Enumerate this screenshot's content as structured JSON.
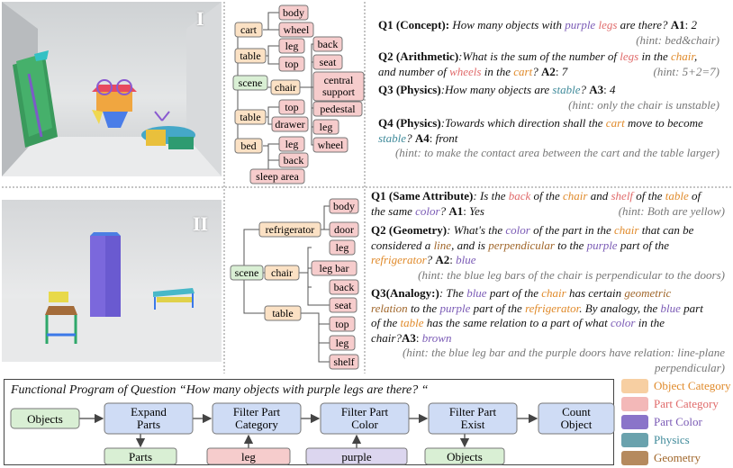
{
  "section1": {
    "label": "I",
    "tree": {
      "root": "scene",
      "objects": [
        "cart",
        "table",
        "table",
        "bed"
      ],
      "cart_parts": [
        "body",
        "wheel"
      ],
      "table_parts": [
        "leg",
        "top"
      ],
      "chair": "chair",
      "chair_parts": [
        "back",
        "seat",
        "central support",
        "pedestal",
        "leg",
        "wheel"
      ],
      "table2_parts": [
        "top",
        "drawer"
      ],
      "bed_parts": [
        "leg",
        "back",
        "sleep area"
      ]
    },
    "qa": [
      {
        "q_label": "Q1 (Concept):",
        "q_pre": "How many objects with ",
        "w1": "purple",
        "w2": "legs",
        "q_post": " are there?",
        "a_label": "A1",
        "answer": "2",
        "hint": "(hint: bed&chair)"
      },
      {
        "q_label": "Q2 (Arithmetic)",
        "q_pre": ":What is the sum of the number of ",
        "w1": "legs",
        "q_mid": " in the ",
        "w2": "chair",
        "q_mid2": ",",
        "line2_pre": "and number of ",
        "w3": "wheels",
        "line2_mid": " in the ",
        "w4": "cart",
        "a_label": "A2",
        "answer": "7",
        "hint": "(hint:  5+2=7)"
      },
      {
        "q_label": "Q3 (Physics)",
        "q_pre": ":How many objects are ",
        "w1": "stable",
        "a_label": "A3",
        "answer": "4",
        "hint": "(hint: only the chair is unstable)"
      },
      {
        "q_label": "Q4 (Physics)",
        "q_pre": ":Towards which direction shall the ",
        "w1": "cart",
        "q_post": " move to become",
        "line2_w": "stable",
        "a_label": "A4",
        "answer": "front",
        "hint": "(hint: to make the contact area between the cart and the table larger)"
      }
    ]
  },
  "section2": {
    "label": "II",
    "tree": {
      "root": "scene",
      "objects": [
        "refrigerator",
        "chair",
        "table"
      ],
      "fridge_parts": [
        "body",
        "door"
      ],
      "chair_parts": [
        "leg",
        "leg bar",
        "back",
        "seat"
      ],
      "table_parts": [
        "top",
        "leg",
        "shelf"
      ]
    },
    "qa": [
      {
        "q_label": "Q1 (Same Attribute)",
        "q_pre": ": Is the ",
        "w1": "back",
        "q_m1": " of the ",
        "w2": "chair",
        "q_m2": " and ",
        "w3": "shelf",
        "q_m3": " of the ",
        "w4": "table",
        "q_m4": " of",
        "line2_pre": "the same ",
        "w5": "color",
        "a_label": "A1",
        "answer": "Yes",
        "hint": "(hint: Both are yellow)"
      },
      {
        "q_label": "Q2 (Geometry)",
        "q_pre": ": What's the ",
        "w1": "color",
        "q_m1": " of the part in the ",
        "w2": "chair",
        "q_m2": " that can be",
        "line2_pre": "considered a ",
        "w3": "line",
        "line2_m1": ", and is ",
        "w4": "perpendicular",
        "line2_m2": " to the ",
        "w5": "purple",
        "line2_m3": " part of the",
        "w6": "refrigerator",
        "a_label": "A2",
        "answer": "blue",
        "hint": "(hint: the blue leg bars of the chair is perpendicular to the doors)"
      },
      {
        "q_label": "Q3(Analogy:)",
        "q_pre": ": The ",
        "w1": "blue",
        "q_m1": " part of the ",
        "w2": "chair",
        "q_m2": " has certain ",
        "w3": "geometric",
        "w3b": "relation",
        "line2_m1": " to the ",
        "w4": "purple",
        "line2_m2": " part of the ",
        "w5": "refrigerator",
        "line2_m3": ". By analogy, the ",
        "w6": "blue",
        "line2_m4": " part",
        "line3_pre": "of the ",
        "w7": "table",
        "line3_m1": " has the same relation to a part of what ",
        "w8": "color",
        "line3_m2": " in the",
        "line4_pre": "chair?",
        "a_label": "A3",
        "answer": "brown",
        "hint1": "(hint: the blue leg bar and the purple doors have relation: line-plane",
        "hint2": "perpendicular)"
      }
    ]
  },
  "program": {
    "title": "Functional Program of Question “How many objects with purple legs are there? “",
    "nodes": {
      "objects_in": "Objects",
      "expand": "Expand Parts",
      "parts": "Parts",
      "filter_cat": "Filter Part Category",
      "leg": "leg",
      "filter_color": "Filter Part Color",
      "purple": "purple",
      "filter_exist": "Filter Part Exist",
      "objects_out": "Objects",
      "count": "Count Object"
    }
  },
  "legend": [
    {
      "label": "Object Category",
      "color": "#f7cfa2"
    },
    {
      "label": "Part Category",
      "color": "#f3b8b8"
    },
    {
      "label": "Part Color",
      "color": "#8a74c9"
    },
    {
      "label": "Physics",
      "color": "#6aa2ad"
    },
    {
      "label": "Geometry",
      "color": "#b58a5e"
    }
  ],
  "colors": {
    "object_node": "#fbe1c4",
    "part_node": "#f6cccc",
    "scene_node": "#d9efd4",
    "program_blue": "#cfdcf5",
    "program_green": "#d9efd4",
    "program_red": "#f6cccc",
    "program_purple": "#dcd6ef"
  }
}
